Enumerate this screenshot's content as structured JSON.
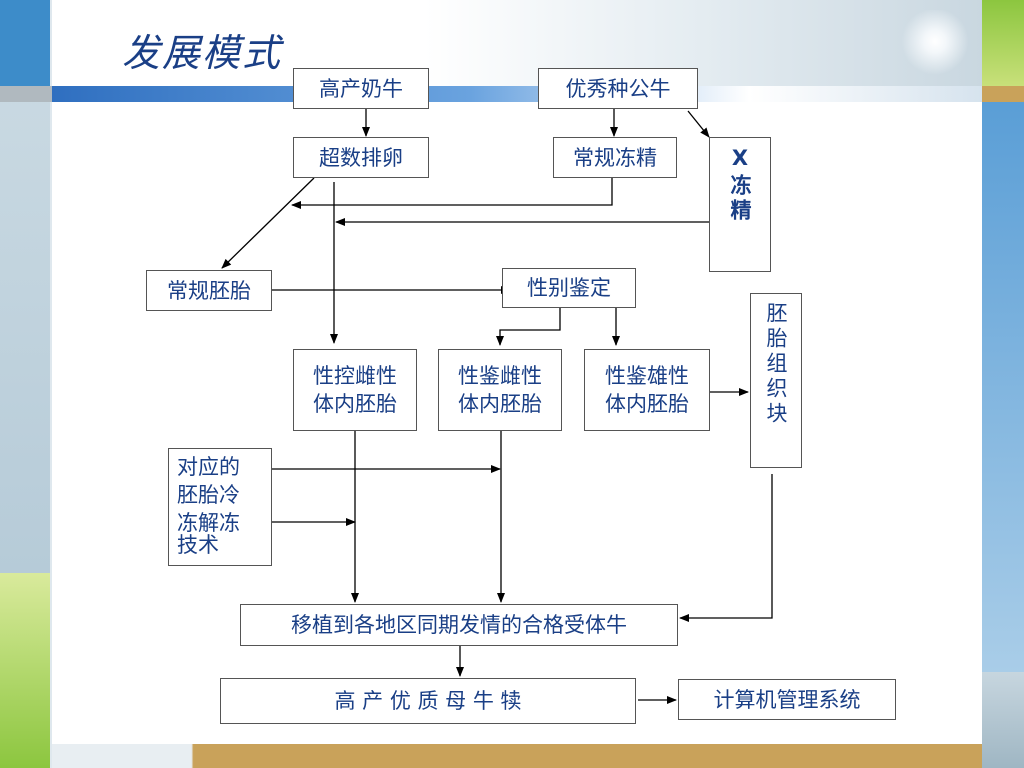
{
  "slide": {
    "title": "发展模式"
  },
  "nodes": {
    "high_yield_cow": "高产奶牛",
    "elite_bull": "优秀种公牛",
    "superovulation": "超数排卵",
    "conventional_frozen_semen": "常规冻精",
    "x_frozen_semen": "X冻精",
    "conventional_embryo": "常规胚胎",
    "sex_identification": "性别鉴定",
    "sex_controlled_female_embryo": [
      "性控雌性",
      "体内胚胎"
    ],
    "sex_identified_female_embryo": [
      "性鉴雌性",
      "体内胚胎"
    ],
    "sex_identified_male_embryo": [
      "性鉴雄性",
      "体内胚胎"
    ],
    "embryo_tissue_block": "胚胎组织块",
    "cryopreservation_tech": [
      "对应的",
      "胚胎冷",
      "冻解冻",
      "技术"
    ],
    "transfer_recipients": "移植到各地区同期发情的合格受体牛",
    "high_quality_heifers": "高 产 优 质 母 牛 犊",
    "computer_management": "计算机管理系统"
  },
  "colors": {
    "text": "#1a3f86",
    "top_bar": "#3d7cc7",
    "left_strip": "#a9c4d9",
    "right_strip": "#7fb2d9",
    "green_accent": "#8cc63f",
    "bottom_bar": "#c9a25a"
  }
}
